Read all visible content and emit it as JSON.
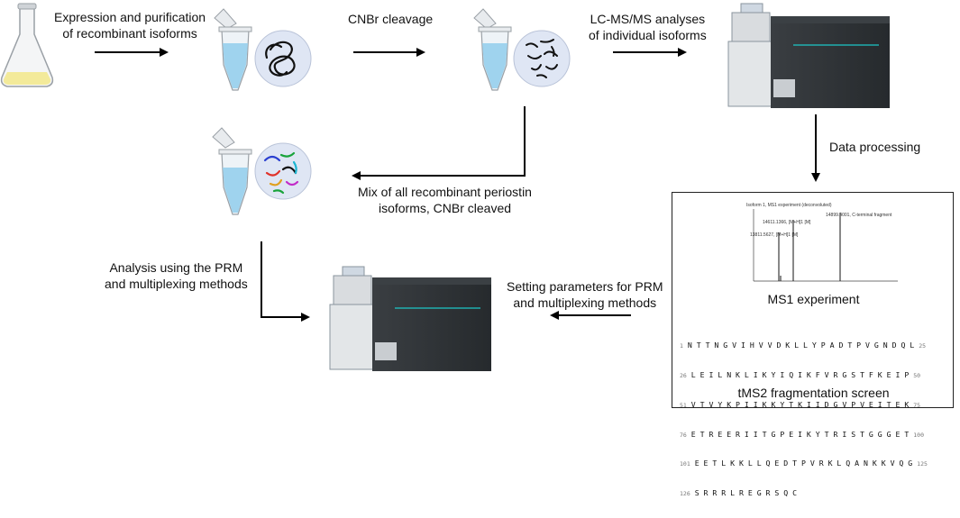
{
  "labels": {
    "expression": [
      "Expression and purification",
      "of recombinant isoforms"
    ],
    "cnbr": "CNBr cleavage",
    "lcms": [
      "LC-MS/MS analyses",
      "of individual isoforms"
    ],
    "data_processing": "Data processing",
    "mix": [
      "Mix of all recombinant periostin",
      "isoforms, CNBr cleaved"
    ],
    "analysis": [
      "Analysis using the PRM",
      "and multiplexing methods"
    ],
    "setting": [
      "Setting parameters for PRM",
      "and multiplexing methods"
    ]
  },
  "panel": {
    "ms1_caption": "MS1 experiment",
    "tms2_caption": "tMS2 fragmentation screen",
    "spectrum_title": "Isoform 1, MS1 experiment (deconvoluted)",
    "peak_labels": [
      "14899.4001, C-terminal fragment",
      "14611.1366, [M+H]1 [M]",
      "13811.5627, [M+H]1 [M]"
    ],
    "sequence_rows": [
      {
        "n_start": "1",
        "seq": "N T T N G V I H V V D K L L Y P A D T P V G N D Q L",
        "n_end": "25"
      },
      {
        "n_start": "26",
        "seq": "L E I L N K L I K Y I Q I K F V R G S T F K E I P",
        "n_end": "50"
      },
      {
        "n_start": "51",
        "seq": "V T V Y K P I I K K Y T K I I D G V P V E I T E K",
        "n_end": "75"
      },
      {
        "n_start": "76",
        "seq": "E T R E E R I I T G P E I K Y T R I S T G G G E T",
        "n_end": "100"
      },
      {
        "n_start": "101",
        "seq": "E E T L K K L L Q E D T P V R K L Q A N K K V Q G",
        "n_end": "125"
      },
      {
        "n_start": "126",
        "seq": "S R R R L R E G R S Q C",
        "n_end": ""
      }
    ]
  },
  "colors": {
    "flask_liquid": "#f3ea9a",
    "tube_liquid": "#9fd3ee",
    "circle_fill": "#dfe6f4",
    "instrument_dark": "#2f3337",
    "instrument_light": "#d9dcdf",
    "sequence_red": "#d22",
    "sequence_blue": "#2447c8"
  },
  "icons": [
    "flask-icon",
    "tube-icon",
    "protein-circle-icon",
    "mass-spectrometer-icon",
    "arrow-icon"
  ]
}
